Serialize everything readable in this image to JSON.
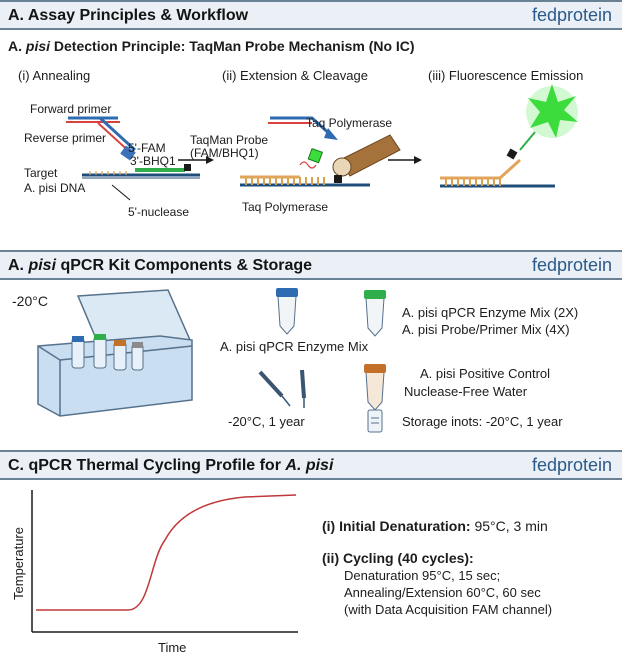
{
  "brand": "fedprotein",
  "sectionA": {
    "title": "A. Assay Principles & Workflow",
    "detection_title_italic": "pisi",
    "detection_title_prefix": "A.",
    "detection_title_rest": "Detection Principle: TaqMan Probe Mechanism (No IC)",
    "steps": [
      "(i) Annealing",
      "(ii) Extension & Cleavage",
      "(iii) Fluorescence Emission"
    ],
    "labels": {
      "forward_primer": "Forward primer",
      "reverse_primer": "Reverse primer",
      "fam": "5'-FAM",
      "bhq": "3'-BHQ1",
      "target": "Target",
      "target_dna": "A. pisi DNA",
      "nuclease": "5'-nuclease",
      "probe": "TaqMan Probe",
      "probe_sub": "(FAM/BHQ1)",
      "taq_top": "Taq Polymerase",
      "taq_bottom": "Taq Polymerase"
    }
  },
  "sectionB": {
    "title_prefix": "A.",
    "title_italic": "pisi",
    "title_rest": "qPCR Kit Components & Storage",
    "temp": "-20°C",
    "items": [
      "A. pisi qPCR Enzyme Mix (2X)",
      "A. pisi Probe/Primer Mix (4X)",
      "A. pisi qPCR Enzyme Mix",
      "A. pisi Positive Control",
      "Nuclease-Free Water",
      "-20°C, 1 year",
      "Storage inots: -20°C, 1 year"
    ]
  },
  "sectionC": {
    "title_prefix": "C.  qPCR Thermal Cycling Profile for",
    "title_italic": "A. pisi",
    "xlabel": "Time",
    "ylabel": "Temperature",
    "step1_label": "(i)",
    "step1_bold": "Initial Denaturation:",
    "step1_value": "95°C, 3 min",
    "step2_bold": "(ii) Cycling (40 cycles):",
    "step2_lines": [
      "Denaturation 95°C, 15 sec;",
      "Annealing/Extension 60°C, 60 sec",
      "(with Data Acquisition FAM channel)"
    ]
  },
  "colors": {
    "header_bg": "#eaf0f5",
    "border": "#6a8295",
    "brand": "#2b5a8a",
    "curve": "#c0383a",
    "dna_orange": "#e0a55a",
    "green_glow": "#3ddc3d",
    "primer_red": "#d8423c",
    "primer_blue": "#2f6bb0"
  }
}
